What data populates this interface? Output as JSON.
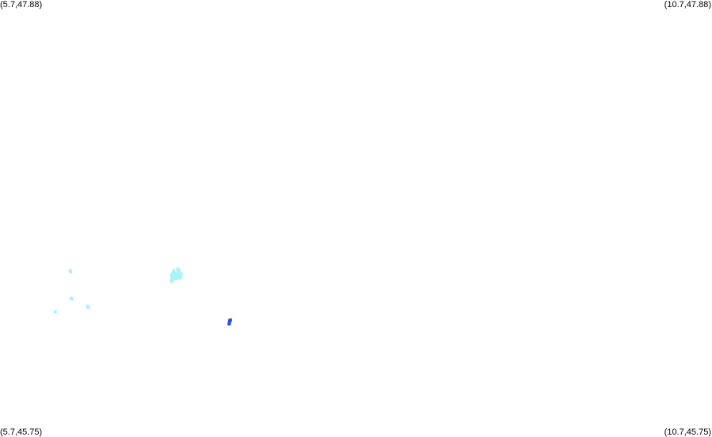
{
  "corners": {
    "top_left": "(5.7,47.88)",
    "top_right": "(10.7,47.88)",
    "bottom_left": "(5.7,45.75)",
    "bottom_right": "(10.7,45.75)"
  },
  "colors": {
    "background": "#ffffff",
    "cluster_a": "#a8f4f6",
    "cluster_b": "#2f4fe0"
  },
  "chart_data": {
    "type": "scatter",
    "xlim": [
      5.7,
      10.7
    ],
    "ylim": [
      45.75,
      47.88
    ],
    "grid": false,
    "series": [
      {
        "color": "#a8f4f6",
        "points": [
          [
            6.193,
            46.56
          ],
          [
            6.196,
            46.555
          ],
          [
            6.2,
            46.426
          ],
          [
            6.206,
            46.423
          ],
          [
            6.314,
            46.388
          ],
          [
            6.321,
            46.381
          ],
          [
            6.089,
            46.36
          ],
          [
            6.905,
            46.54
          ],
          [
            6.912,
            46.545
          ],
          [
            6.918,
            46.552
          ],
          [
            6.926,
            46.548
          ],
          [
            6.933,
            46.542
          ],
          [
            6.94,
            46.535
          ],
          [
            6.946,
            46.546
          ],
          [
            6.953,
            46.551
          ],
          [
            6.96,
            46.541
          ],
          [
            6.966,
            46.536
          ],
          [
            6.972,
            46.546
          ],
          [
            6.907,
            46.525
          ],
          [
            6.915,
            46.532
          ],
          [
            6.923,
            46.528
          ],
          [
            6.93,
            46.522
          ],
          [
            6.938,
            46.529
          ],
          [
            6.949,
            46.531
          ],
          [
            6.957,
            46.525
          ],
          [
            6.964,
            46.53
          ],
          [
            6.97,
            46.527
          ],
          [
            6.912,
            46.517
          ],
          [
            6.941,
            46.522
          ],
          [
            6.958,
            46.562
          ],
          [
            6.948,
            46.568
          ],
          [
            6.921,
            46.559
          ],
          [
            6.906,
            46.51
          ]
        ]
      },
      {
        "color": "#2f4fe0",
        "points": [
          [
            7.313,
            46.316
          ],
          [
            7.318,
            46.32
          ],
          [
            7.311,
            46.306
          ],
          [
            7.309,
            46.301
          ]
        ]
      }
    ]
  }
}
